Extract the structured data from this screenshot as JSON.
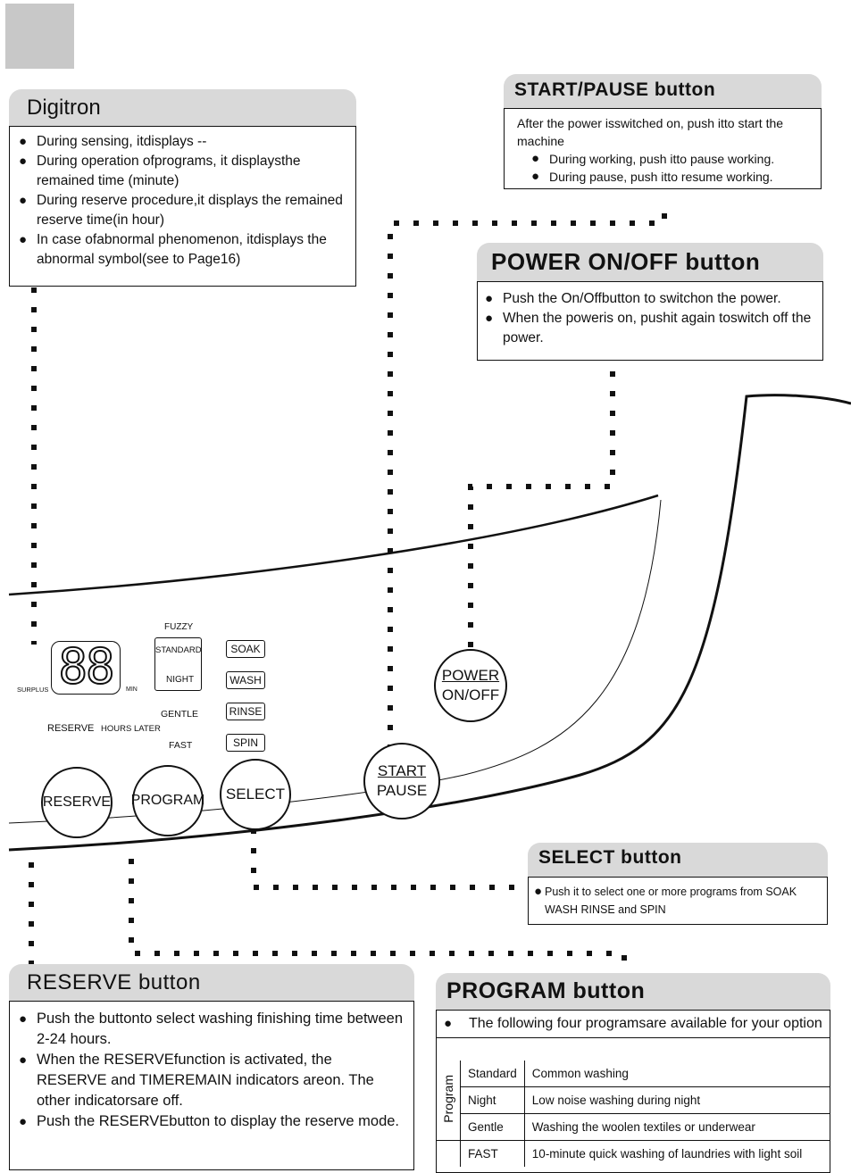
{
  "digitron": {
    "title": "Digitron",
    "items": [
      "During sensing, itdisplays --",
      "During operation ofprograms, it displaysthe remained time (minute)",
      "During reserve procedure,it displays the remained reserve time(in hour)",
      "In case ofabnormal phenomenon, itdisplays the abnormal symbol(see to Page16)"
    ]
  },
  "start_pause": {
    "title": "START/PAUSE button",
    "intro": "After the power isswitched on, push itto start the machine",
    "items": [
      "During working, push itto pause working.",
      "During pause, push itto resume working."
    ]
  },
  "power": {
    "title": "POWER ON/OFF button",
    "items": [
      "Push the On/Offbutton to switchon the power.",
      "When the poweris on, pushit again toswitch off the power."
    ]
  },
  "panel": {
    "display_digits": "88",
    "surplus": "SURPLUS",
    "min": "MIN",
    "reserve": "RESERVE",
    "hours_later": "HOURS LATER",
    "fuzzy": "FUZZY",
    "standard": "STANDARD",
    "night": "NIGHT",
    "gentle": "GENTLE",
    "fast": "FAST",
    "soak": "SOAK",
    "wash": "WASH",
    "rinse": "RINSE",
    "spin": "SPIN",
    "btn_reserve": "RESERVE",
    "btn_program": "PROGRAM",
    "btn_select": "SELECT",
    "btn_start": "START",
    "btn_pause": "PAUSE",
    "btn_power": "POWER",
    "btn_onoff": "ON/OFF"
  },
  "select": {
    "title": "SELECT button",
    "text": "Push it to select one or more programs from SOAK WASH RINSE and SPIN"
  },
  "reserve_btn": {
    "title": "RESERVE button",
    "items": [
      "Push the buttonto select washing finishing time between 2-24 hours.",
      "When the RESERVEfunction is activated, the RESERVE and TIMEREMAIN indicators areon. The other indicatorsare off.",
      "Push the RESERVEbutton to display the reserve mode."
    ]
  },
  "program_btn": {
    "title": "PROGRAM button",
    "intro": "The following four programsare available for your option",
    "side_label": "Program",
    "rows": [
      {
        "name": "Standard",
        "desc": "Common washing"
      },
      {
        "name": "Night",
        "desc": "Low noise washing during night"
      },
      {
        "name": "Gentle",
        "desc": "Washing the woolen textiles or underwear"
      },
      {
        "name": "FAST",
        "desc": "10-minute quick washing of laundries with light soil"
      }
    ]
  },
  "colors": {
    "tab_gray": "#d9d9d9",
    "corner_square": "#c8c8c8",
    "line": "#111111"
  }
}
